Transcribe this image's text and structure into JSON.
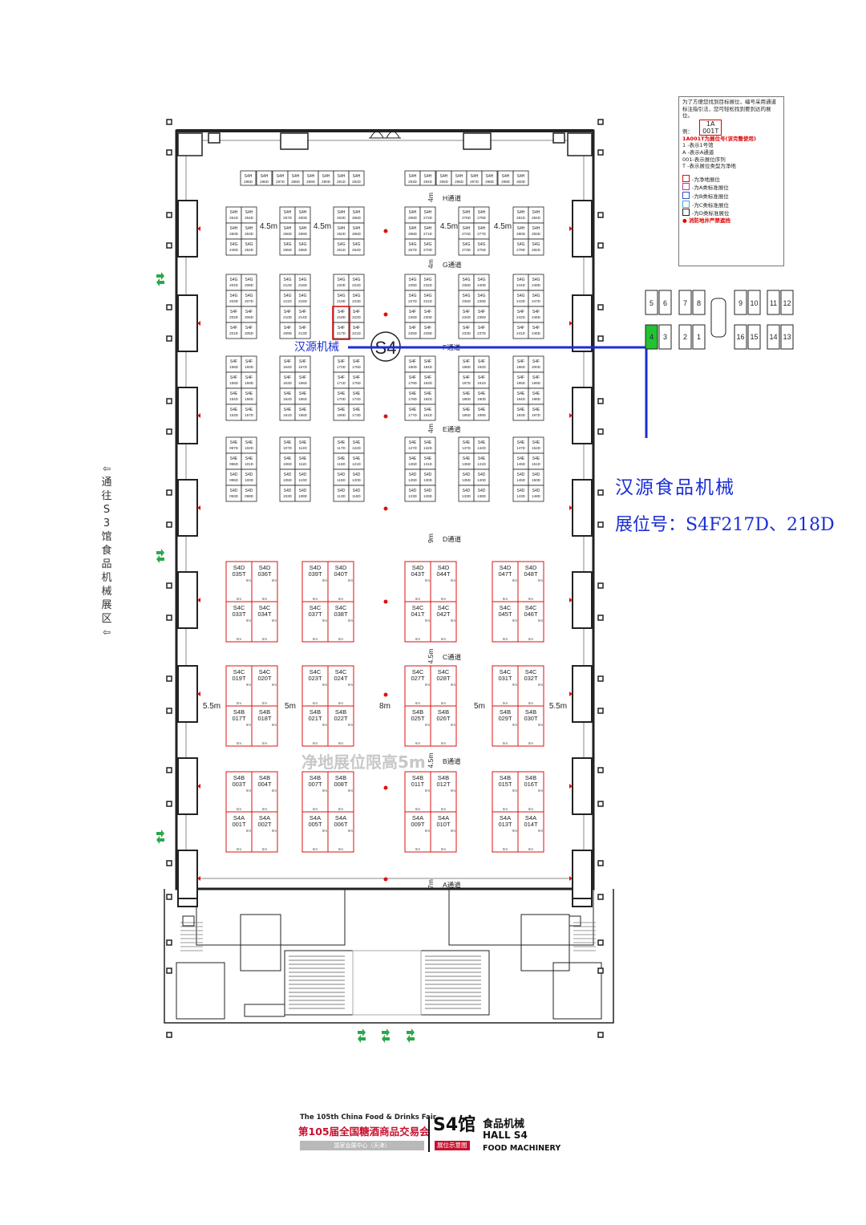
{
  "hall": {
    "label": "S4",
    "watermark": "净地展位限高5m"
  },
  "aisles": [
    {
      "label": "H通道",
      "width": "4m"
    },
    {
      "label": "G通道",
      "width": "4m"
    },
    {
      "label": "F通道",
      "width": ""
    },
    {
      "label": "E通道",
      "width": "4m"
    },
    {
      "label": "D通道",
      "width": "9m"
    },
    {
      "label": "C通道",
      "width": "4.5m"
    },
    {
      "label": "B通道",
      "width": "4.5m"
    },
    {
      "label": "A通道",
      "width": "7m"
    }
  ],
  "gap_labels": {
    "upper": [
      "4.5m",
      "4.5m",
      "4.5m",
      "4.5m"
    ],
    "middle": [
      "5.5m",
      "5m",
      "8m",
      "5m",
      "5.5m"
    ]
  },
  "top_row_booths": [
    [
      "S4H",
      "285D"
    ],
    [
      "S4H",
      "286D"
    ],
    [
      "S4H",
      "287D"
    ],
    [
      "S4H",
      "288D"
    ],
    [
      "S4H",
      "289D"
    ],
    [
      "S4H",
      "290D"
    ],
    [
      "S4H",
      "291D"
    ],
    [
      "S4H",
      "292D"
    ],
    [
      "S4H",
      "293D"
    ],
    [
      "S4H",
      "294D"
    ],
    [
      "S4H",
      "295D"
    ],
    [
      "S4H",
      "296D"
    ],
    [
      "S4H",
      "297D"
    ],
    [
      "S4H",
      "298D"
    ],
    [
      "S4H",
      "299D"
    ],
    [
      "S4H",
      "300D"
    ]
  ],
  "std_blocks": [
    {
      "row": 0,
      "col": 0,
      "hall": "S4H/S4G",
      "ids": [
        "251D",
        "254D",
        "250D",
        "253D",
        "249D",
        "252D"
      ]
    },
    {
      "row": 0,
      "col": 1,
      "hall": "S4H/S4G",
      "ids": [
        "257D",
        "260D",
        "256D",
        "259D",
        "255D",
        "258D"
      ]
    },
    {
      "row": 0,
      "col": 2,
      "hall": "S4H/S4G",
      "ids": [
        "263D",
        "266D",
        "262D",
        "265D",
        "261D",
        "264D"
      ]
    },
    {
      "row": 0,
      "col": 3,
      "hall": "S4H/S4G",
      "ids": [
        "269D",
        "272D",
        "268D",
        "271D",
        "267D",
        "270D"
      ]
    },
    {
      "row": 0,
      "col": 4,
      "hall": "S4H/S4G",
      "ids": [
        "275D",
        "278D",
        "274D",
        "277D",
        "273D",
        "276D"
      ]
    },
    {
      "row": 0,
      "col": 5,
      "hall": "S4H/S4G",
      "ids": [
        "281D",
        "284D",
        "280D",
        "283D",
        "279D",
        "282D"
      ]
    },
    {
      "row": 1,
      "col": 0,
      "hall": "S4G/S4F",
      "ids": [
        "204D",
        "208D",
        "203D",
        "207D",
        "202D",
        "206D",
        "201D",
        "205D"
      ]
    },
    {
      "row": 1,
      "col": 1,
      "hall": "S4G/S4F",
      "ids": [
        "212D",
        "216D",
        "211D",
        "215D",
        "210D",
        "214D",
        "209D",
        "213D"
      ]
    },
    {
      "row": 1,
      "col": 2,
      "hall": "S4G/S4F",
      "ids": [
        "220D",
        "224D",
        "219D",
        "223D",
        "218D",
        "222D",
        "217D",
        "221D"
      ]
    },
    {
      "row": 1,
      "col": 3,
      "hall": "S4G/S4F",
      "ids": [
        "228D",
        "232D",
        "227D",
        "231D",
        "226D",
        "230D",
        "225D",
        "229D"
      ]
    },
    {
      "row": 1,
      "col": 4,
      "hall": "S4G/S4F",
      "ids": [
        "236D",
        "240D",
        "235D",
        "239D",
        "234D",
        "238D",
        "233D",
        "237D"
      ]
    },
    {
      "row": 1,
      "col": 5,
      "hall": "S4G/S4F",
      "ids": [
        "244D",
        "248D",
        "243D",
        "247D",
        "242D",
        "246D",
        "241D",
        "245D"
      ]
    },
    {
      "row": 2,
      "col": 0,
      "hall": "S4F/S4E",
      "ids": [
        "156D",
        "160D",
        "155D",
        "159D",
        "154D",
        "158D",
        "153D",
        "157D"
      ]
    },
    {
      "row": 2,
      "col": 1,
      "hall": "S4F/S4E",
      "ids": [
        "164D",
        "167D",
        "163D",
        "166D",
        "162D",
        "165D",
        "161D",
        "165D"
      ]
    },
    {
      "row": 2,
      "col": 2,
      "hall": "S4F/S4E",
      "ids": [
        "172D",
        "176D",
        "171D",
        "175D",
        "170D",
        "174D",
        "169D",
        "173D"
      ]
    },
    {
      "row": 2,
      "col": 3,
      "hall": "S4F/S4E",
      "ids": [
        "180D",
        "184D",
        "179D",
        "183D",
        "178D",
        "182D",
        "177D",
        "181D"
      ]
    },
    {
      "row": 2,
      "col": 4,
      "hall": "S4F/S4E",
      "ids": [
        "188D",
        "192D",
        "187D",
        "191D",
        "186D",
        "190D",
        "185D",
        "189D"
      ]
    },
    {
      "row": 2,
      "col": 5,
      "hall": "S4F/S4E",
      "ids": [
        "196D",
        "200D",
        "195D",
        "199D",
        "194D",
        "198D",
        "193D",
        "197D"
      ]
    },
    {
      "row": 3,
      "col": 0,
      "hall": "S4E/S4D",
      "ids": [
        "097D",
        "102D",
        "096D",
        "101D",
        "095D",
        "100D",
        "093D",
        "098D"
      ]
    },
    {
      "row": 3,
      "col": 1,
      "hall": "S4E/S4D",
      "ids": [
        "107D",
        "112D",
        "106D",
        "111D",
        "105D",
        "110D",
        "103D",
        "108D"
      ]
    },
    {
      "row": 3,
      "col": 2,
      "hall": "S4E/S4D",
      "ids": [
        "117D",
        "122D",
        "116D",
        "121D",
        "115D",
        "120D",
        "113D",
        "118D"
      ]
    },
    {
      "row": 3,
      "col": 3,
      "hall": "S4E/S4D",
      "ids": [
        "127D",
        "132D",
        "126D",
        "131D",
        "125D",
        "130D",
        "123D",
        "128D"
      ]
    },
    {
      "row": 3,
      "col": 4,
      "hall": "S4E/S4D",
      "ids": [
        "137D",
        "142D",
        "136D",
        "141D",
        "135D",
        "140D",
        "133D",
        "138D"
      ]
    },
    {
      "row": 3,
      "col": 5,
      "hall": "S4E/S4D",
      "ids": [
        "147D",
        "152D",
        "146D",
        "151D",
        "145D",
        "150D",
        "143D",
        "148D"
      ]
    }
  ],
  "raw_blocks": [
    {
      "booths": [
        [
          "S4D",
          "035T"
        ],
        [
          "S4D",
          "036T"
        ],
        [
          "S4C",
          "033T"
        ],
        [
          "S4C",
          "034T"
        ]
      ],
      "size": "5m"
    },
    {
      "booths": [
        [
          "S4D",
          "039T"
        ],
        [
          "S4D",
          "040T"
        ],
        [
          "S4C",
          "037T"
        ],
        [
          "S4C",
          "038T"
        ]
      ],
      "size": "6m"
    },
    {
      "booths": [
        [
          "S4D",
          "043T"
        ],
        [
          "S4D",
          "044T"
        ],
        [
          "S4C",
          "041T"
        ],
        [
          "S4C",
          "042T"
        ]
      ],
      "size": "6m"
    },
    {
      "booths": [
        [
          "S4D",
          "047T"
        ],
        [
          "S4D",
          "048T"
        ],
        [
          "S4C",
          "045T"
        ],
        [
          "S4C",
          "046T"
        ]
      ],
      "size": "5m"
    },
    {
      "booths": [
        [
          "S4C",
          "019T"
        ],
        [
          "S4C",
          "020T"
        ],
        [
          "S4B",
          "017T"
        ],
        [
          "S4B",
          "018T"
        ]
      ],
      "size": "5m"
    },
    {
      "booths": [
        [
          "S4C",
          "023T"
        ],
        [
          "S4C",
          "024T"
        ],
        [
          "S4B",
          "021T"
        ],
        [
          "S4B",
          "022T"
        ]
      ],
      "size": "6m"
    },
    {
      "booths": [
        [
          "S4C",
          "027T"
        ],
        [
          "S4C",
          "028T"
        ],
        [
          "S4B",
          "025T"
        ],
        [
          "S4B",
          "026T"
        ]
      ],
      "size": "6m"
    },
    {
      "booths": [
        [
          "S4C",
          "031T"
        ],
        [
          "S4C",
          "032T"
        ],
        [
          "S4B",
          "029T"
        ],
        [
          "S4B",
          "030T"
        ]
      ],
      "size": "5m"
    },
    {
      "booths": [
        [
          "S4B",
          "003T"
        ],
        [
          "S4B",
          "004T"
        ],
        [
          "S4A",
          "001T"
        ],
        [
          "S4A",
          "002T"
        ]
      ],
      "size": "5m"
    },
    {
      "booths": [
        [
          "S4B",
          "007T"
        ],
        [
          "S4B",
          "008T"
        ],
        [
          "S4A",
          "005T"
        ],
        [
          "S4A",
          "006T"
        ]
      ],
      "size": "6m"
    },
    {
      "booths": [
        [
          "S4B",
          "011T"
        ],
        [
          "S4B",
          "012T"
        ],
        [
          "S4A",
          "009T"
        ],
        [
          "S4A",
          "010T"
        ]
      ],
      "size": "6m"
    },
    {
      "booths": [
        [
          "S4B",
          "015T"
        ],
        [
          "S4B",
          "016T"
        ],
        [
          "S4A",
          "013T"
        ],
        [
          "S4A",
          "014T"
        ]
      ],
      "size": "5m"
    }
  ],
  "depth_label": "9m",
  "highlight": {
    "booths": [
      "218D",
      "217D"
    ],
    "marker_label": "汉源机械",
    "color": "#1a2ed6",
    "booth_color": "#d11"
  },
  "annotation": {
    "company": "汉源食品机械",
    "booth_line": "展位号：S4F217D、218D"
  },
  "side_text": "通往S3馆食品机械展区",
  "mini_map": {
    "top_row": [
      "5",
      "6",
      "7",
      "8",
      "9",
      "10",
      "11",
      "12"
    ],
    "bottom_row": [
      "4",
      "3",
      "2",
      "1",
      "16",
      "15",
      "14",
      "13"
    ],
    "highlight": "4",
    "highlight_color": "#22c232"
  },
  "legend": {
    "intro": "为了方便您找到目标展位，编号采用通道标注指引法，您可轻松找到要到达的展位。",
    "example_label": "例：",
    "example_cell": [
      "1A",
      "001T"
    ],
    "code_note": "1A001T为展位号(该完整使用)",
    "lines": [
      "1  -表示1号馆",
      "A  -表示A通道",
      "001-表示展位序列",
      "T  -表示展位类型为净地"
    ],
    "swatches": [
      {
        "label": "-为净地展位",
        "color": "#d11"
      },
      {
        "label": "-为A类标准展位",
        "color": "#b03ab0"
      },
      {
        "label": "-为B类标准展位",
        "color": "#3a4fc8"
      },
      {
        "label": "-为C类标准展位",
        "color": "#3ab0c8"
      },
      {
        "label": "-为D类标准展位",
        "color": "#222222"
      }
    ],
    "hydrant_note": "● 消防地井严禁遮挡"
  },
  "footer": {
    "event_en": "The 105th China Food & Drinks Fair",
    "event_cn": "第105届全国糖酒商品交易会",
    "venue": "国家会展中心（天津）",
    "hall": "S4馆",
    "tag": "展位示意图",
    "category_cn": "食品机械",
    "category_en1": "HALL S4",
    "category_en2": "FOOD MACHINERY"
  }
}
